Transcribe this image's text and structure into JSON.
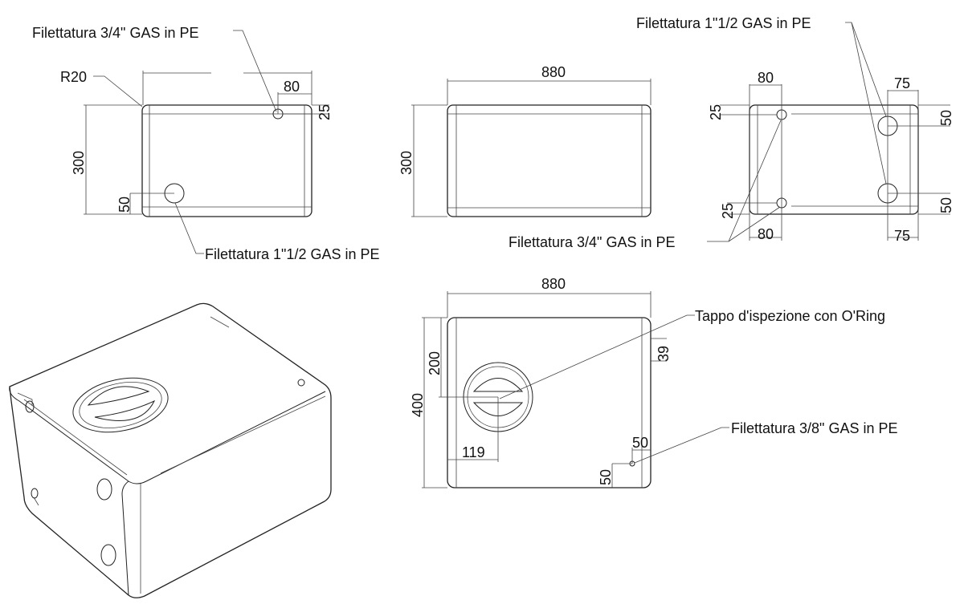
{
  "labels": {
    "thread_34_left": "Filettatura 3/4\" GAS in PE",
    "thread_112_left": "Filettatura 1\"1/2 GAS in PE",
    "thread_112_right": "Filettatura 1\"1/2 GAS in PE",
    "thread_34_right": "Filettatura 3/4\" GAS in PE",
    "inspection_cap": "Tappo d'ispezione con O'Ring",
    "thread_38": "Filettatura 3/8\" GAS in PE"
  },
  "dims": {
    "side_radius": "R20",
    "side_height": "300",
    "side_80": "80",
    "side_25": "25",
    "side_50": "50",
    "front_width": "880",
    "front_height": "300",
    "back_80_top": "80",
    "back_80_bottom": "80",
    "back_75_top": "75",
    "back_75_bottom": "75",
    "back_25_top": "25",
    "back_25_bottom": "25",
    "back_50_top": "50",
    "back_50_bottom": "50",
    "top_width": "880",
    "top_height": "400",
    "top_200": "200",
    "top_39": "39",
    "top_119": "119",
    "top_50_h": "50",
    "top_50_v": "50"
  }
}
